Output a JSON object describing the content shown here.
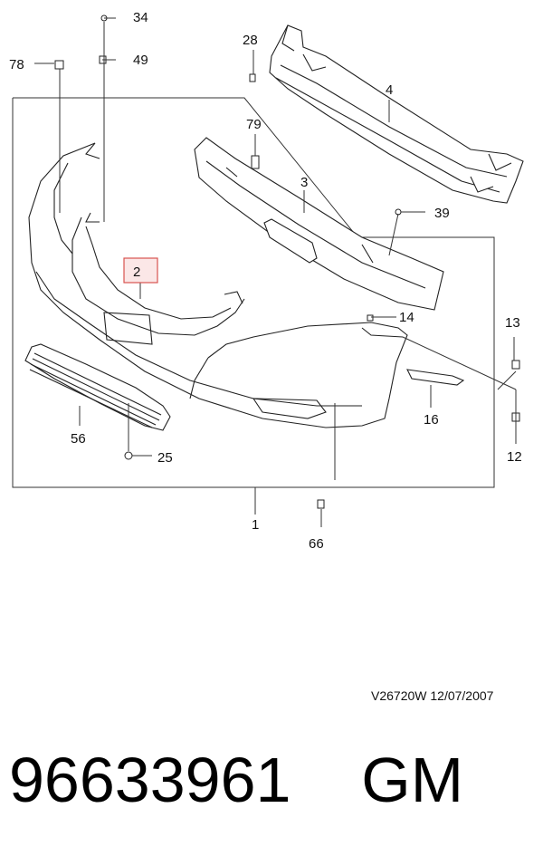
{
  "callouts": {
    "c1": "1",
    "c2": "2",
    "c3": "3",
    "c4": "4",
    "c12": "12",
    "c13": "13",
    "c14": "14",
    "c16": "16",
    "c25": "25",
    "c28": "28",
    "c34": "34",
    "c39": "39",
    "c49": "49",
    "c56": "56",
    "c66": "66",
    "c78": "78",
    "c79": "79"
  },
  "highlight_color": "#d9534f",
  "reference": "V26720W  12/07/2007",
  "part_number": "96633961",
  "brand": "GM"
}
